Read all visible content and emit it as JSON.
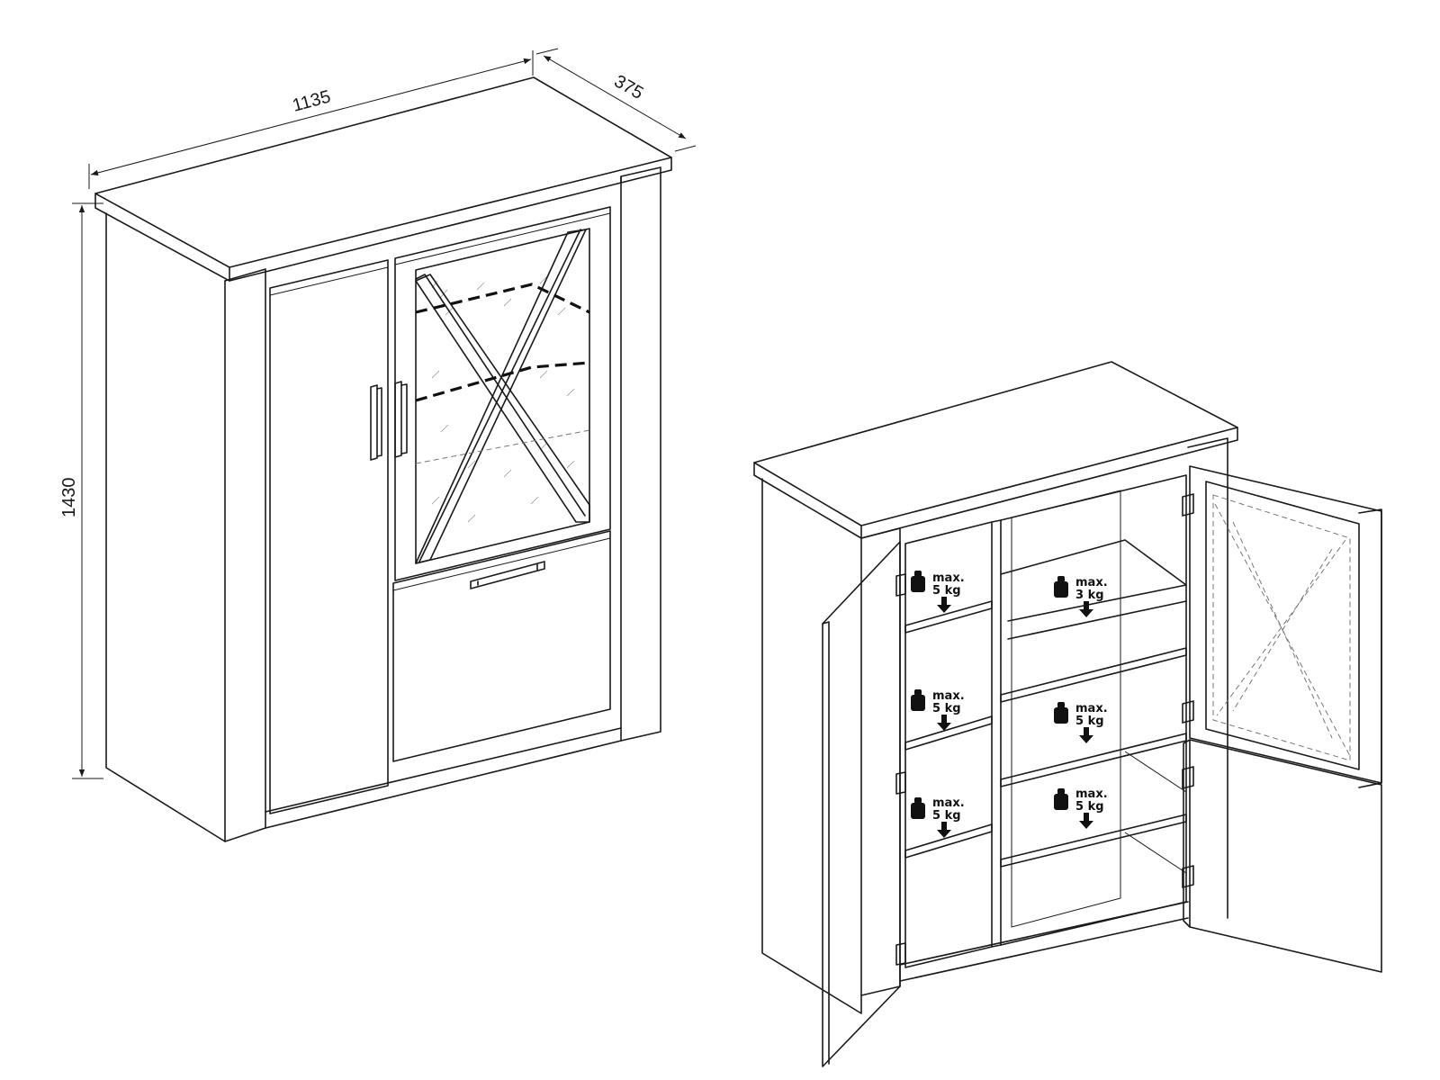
{
  "dimensions": {
    "width": "1135",
    "depth": "375",
    "height": "1430"
  },
  "load_labels": [
    {
      "max": "max.",
      "weight": "5 kg"
    },
    {
      "max": "max.",
      "weight": "3 kg"
    },
    {
      "max": "max.",
      "weight": "5 kg"
    },
    {
      "max": "max.",
      "weight": "5 kg"
    },
    {
      "max": "max.",
      "weight": "5 kg"
    },
    {
      "max": "max.",
      "weight": "5 kg"
    }
  ]
}
